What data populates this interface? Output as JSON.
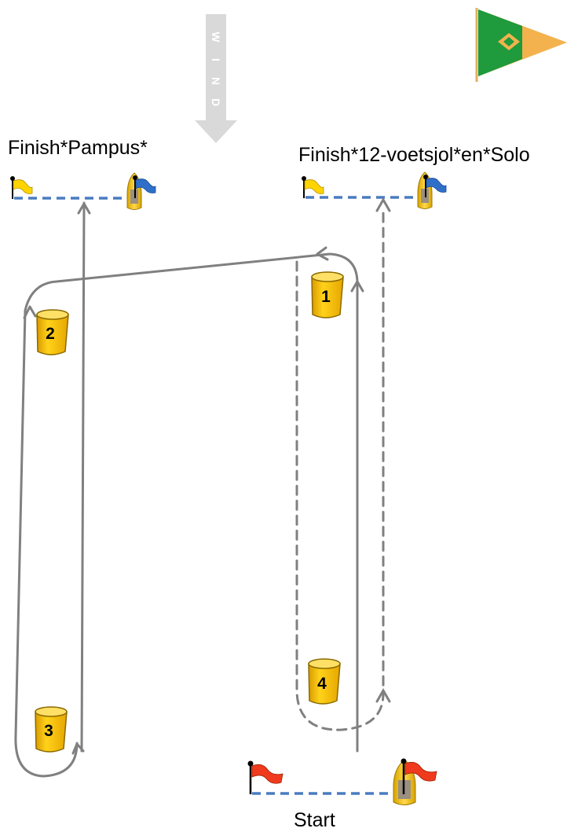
{
  "labels": {
    "finish_pampus": "Finish*Pampus*",
    "finish_12": "Finish*12-voetsjol*en*Solo",
    "start": "Start"
  },
  "wind": {
    "letters": [
      "W",
      "I",
      "N",
      "D"
    ]
  },
  "marks": [
    "1",
    "2",
    "3",
    "4"
  ],
  "colors": {
    "course_line": "#808080",
    "line_dash": "#4a7bc0",
    "buoy": "#f5c000",
    "yellow_flag": "#ffd400",
    "blue_flag": "#2f6fc8",
    "red_flag": "#f03a1e",
    "burgee_green": "#1f9a3c",
    "burgee_orange": "#f3b24e",
    "wind_arrow": "#d9d9d9"
  }
}
